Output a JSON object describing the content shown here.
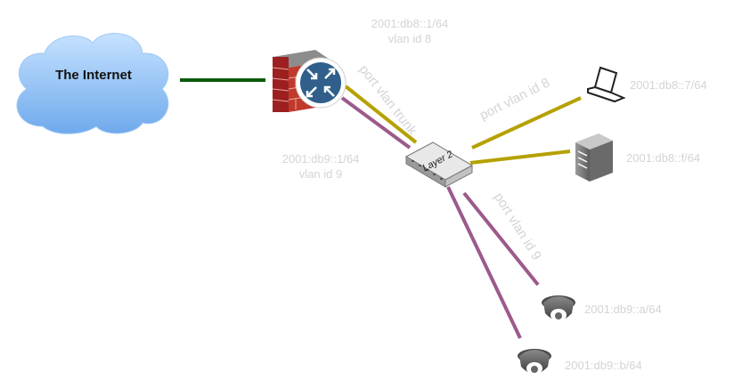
{
  "nodes": {
    "internet": {
      "label": "The Internet"
    },
    "router": {
      "address": "2001:db8::1/64",
      "vlan": "vlan id 8",
      "address2": "2001:db9::1/64",
      "vlan2": "vlan id 9"
    },
    "switch": {
      "label": "Layer 2"
    },
    "laptop": {
      "address": "2001:db8::7/64"
    },
    "server": {
      "address": "2001:db8::f/64"
    },
    "camera_a": {
      "address": "2001:db9::a/64"
    },
    "camera_b": {
      "address": "2001:db9::b/64"
    }
  },
  "links": {
    "trunk": "port vlan trunk",
    "vlan8": "port vlan id 8",
    "vlan9": "port vlan id 9"
  },
  "colors": {
    "internet_link": "#0b5a0b",
    "vlan8_link": "#b5a100",
    "vlan9_link": "#9c5a8c"
  }
}
